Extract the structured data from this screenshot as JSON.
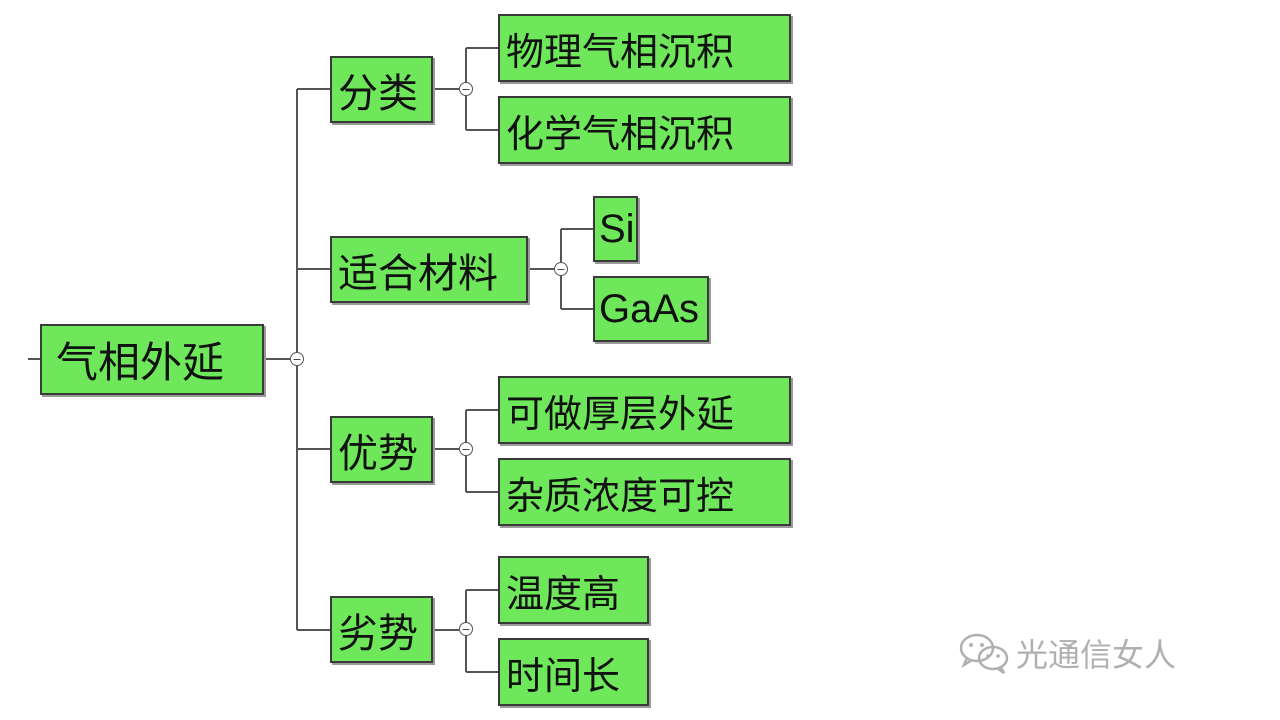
{
  "mindmap": {
    "root": "气相外延",
    "branches": [
      {
        "label": "分类",
        "children": [
          "物理气相沉积",
          "化学气相沉积"
        ]
      },
      {
        "label": "适合材料",
        "children": [
          "Si",
          "GaAs"
        ]
      },
      {
        "label": "优势",
        "children": [
          "可做厚层外延",
          "杂质浓度可控"
        ]
      },
      {
        "label": "劣势",
        "children": [
          "温度高",
          "时间长"
        ]
      }
    ],
    "collapse_symbol": "−"
  },
  "watermark": {
    "icon": "wechat-icon",
    "text": "光通信女人"
  },
  "colors": {
    "node_fill": "#6ee85a",
    "node_border": "#3a3a3a",
    "connector": "#555555",
    "watermark": "#b0b0b0"
  }
}
